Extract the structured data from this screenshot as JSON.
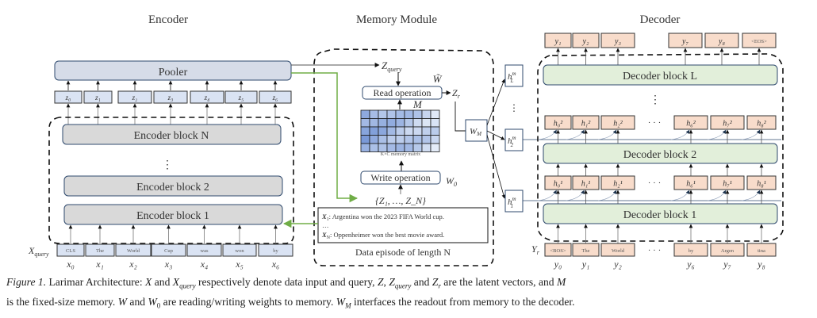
{
  "titles": {
    "encoder": "Encoder",
    "memory": "Memory Module",
    "decoder": "Decoder"
  },
  "encoder": {
    "pooler_label": "Pooler",
    "latents": [
      "z0",
      "z1",
      "z2",
      "z3",
      "z4",
      "z5",
      "z6"
    ],
    "latent_labels": [
      "z₀",
      "z₁",
      "z₂",
      "z₃",
      "z₄",
      "z₅",
      "z₆"
    ],
    "blocks": [
      "Encoder block N",
      "Encoder block 2",
      "Encoder block 1"
    ],
    "ellipsis": "⋮",
    "input_label": "X_query",
    "input_label_main": "X",
    "input_label_sub": "query",
    "tokens": [
      "CLS",
      "The",
      "World",
      "Cup",
      "was",
      "won",
      "by"
    ],
    "positions": [
      "x₀",
      "x₁",
      "x₂",
      "x₃",
      "x₄",
      "x₅",
      "x₆"
    ]
  },
  "memory": {
    "zquery_main": "Z",
    "zquery_sub": "query",
    "w_tilde": "W̃",
    "read_label": "Read operation",
    "zr_main": "Z",
    "zr_sub": "r",
    "m_label": "M",
    "matrix_caption": "K×C memory matrix",
    "matrix_rows": 5,
    "matrix_cols": 9,
    "write_label": "Write operation",
    "w0_main": "W",
    "w0_sub": "0",
    "z_set": "{Z₁, …, Z_N}",
    "episode_lines": [
      {
        "var": "X₁",
        "text": ": Argentina won the 2023 FIFA World cup."
      },
      {
        "var": "",
        "text": "…"
      },
      {
        "var": "X_N",
        "text": ": Oppenheimer won the best movie award."
      }
    ],
    "episode_caption": "Data episode of length N",
    "wm_label": "W_M",
    "hm": [
      "h_L^m",
      "h_2^m",
      "h_1^m"
    ]
  },
  "decoder": {
    "outputs": [
      "y₁",
      "y₂",
      "y₃",
      "y₇",
      "y₈",
      "<EOS>"
    ],
    "blocks": [
      "Decoder block L",
      "Decoder block 2",
      "Decoder block 1"
    ],
    "h2": [
      "h₀²",
      "h₁²",
      "h₂²",
      "h₆²",
      "h₇²",
      "h₈²"
    ],
    "h1": [
      "h₀¹",
      "h₁¹",
      "h₂¹",
      "h₆¹",
      "h₇¹",
      "h₈¹"
    ],
    "ellipsis_h": "· · ·",
    "ellipsis_v": "⋮",
    "input_label_main": "Y",
    "input_label_sub": "r",
    "tokens": [
      "<BOS>",
      "The",
      "World",
      "by",
      "Argen",
      "tina"
    ],
    "positions": [
      "y₀",
      "y₁",
      "y₂",
      "y₆",
      "y₇",
      "y₈"
    ]
  },
  "colors": {
    "pooler_fill": "#d6dce8",
    "latent_fill": "#dae3f3",
    "encoder_block_fill": "#d9d9d9",
    "decoder_block_fill": "#e2efda",
    "token_peach": "#f8dccb",
    "border_navy": "#2f4a6e",
    "green_arrow": "#70ad47",
    "matrix_light": "#dce6f5",
    "matrix_dark": "#7f9fd8"
  },
  "caption": {
    "figure_label": "Figure 1.",
    "line1_a": " Larimar Architecture: ",
    "x": "X",
    "and1": " and ",
    "xq": "X",
    "xq_sub": "query",
    "line1_b": " respectively denote data input and query, ",
    "z": "Z",
    "comma": ", ",
    "zq": "Z",
    "zq_sub": "query",
    "and2": " and ",
    "zr": "Z",
    "zr_sub": "r",
    "line1_c": " are the latent vectors, and ",
    "m": "M",
    "line2_a": "is the fixed-size memory. ",
    "w": "W",
    "and3": " and ",
    "w0": "W",
    "w0_sub": "0",
    "line2_b": " are reading/writing weights to memory. ",
    "wm": "W",
    "wm_sub": "M",
    "line2_c": " interfaces the readout from memory to the decoder."
  }
}
